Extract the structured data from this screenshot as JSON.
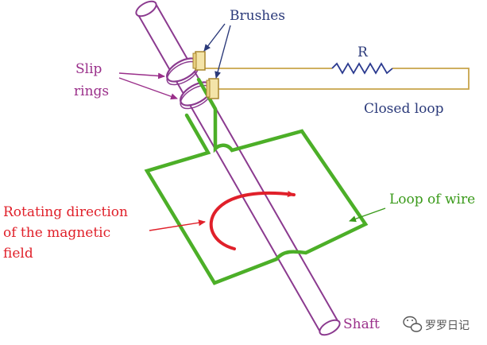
{
  "colors": {
    "shaft": "#8b3a8f",
    "wire": "#4caf28",
    "circuit": "#c8a44a",
    "brush_fill": "#f4e4a8",
    "brush_stroke": "#a8862e",
    "resistor": "#2b3a8f",
    "navy_text": "#2b3a7a",
    "purple_text": "#9a2f8a",
    "red": "#e0202a",
    "green_text": "#3a9a1a",
    "watermark": "#555555"
  },
  "labels": {
    "brushes": "Brushes",
    "resistor": "R",
    "slip_rings_line1": "Slip",
    "slip_rings_line2": "rings",
    "closed_loop": "Closed loop",
    "rotating_line1": "Rotating direction",
    "rotating_line2": "of the magnetic",
    "rotating_line3": "field",
    "loop_of_wire": "Loop of wire",
    "shaft": "Shaft"
  },
  "watermark": {
    "icon": "wechat-icon",
    "text": "罗罗日记"
  }
}
